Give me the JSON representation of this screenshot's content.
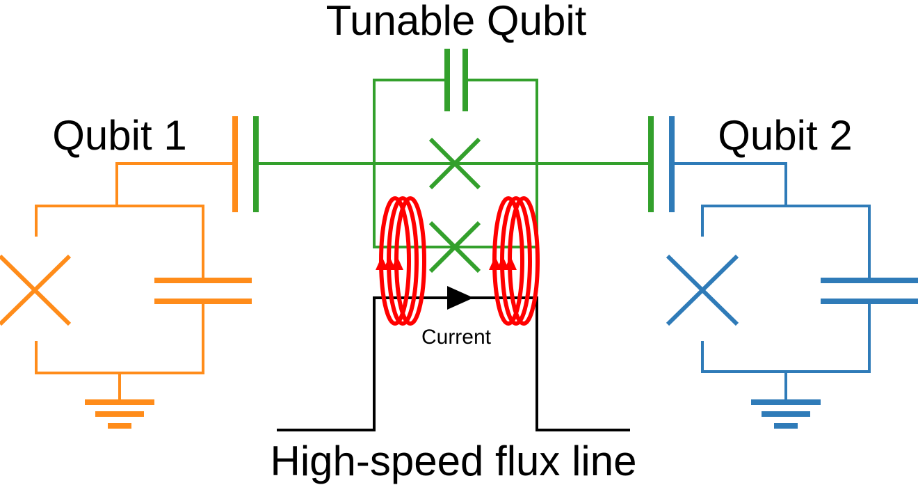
{
  "labels": {
    "tunable_qubit": "Tunable Qubit",
    "qubit_1": "Qubit 1",
    "qubit_2": "Qubit 2",
    "current": "Current",
    "flux_line": "High-speed flux line"
  },
  "colors": {
    "qubit_1": "#ff8c1a",
    "tunable_qubit": "#33a02c",
    "qubit_2": "#2f7bb8",
    "flux_loops": "#ff0000",
    "flux_line": "#000000"
  },
  "icons": {
    "josephson_junction": "cross",
    "capacitor": "parallel-plates",
    "ground": "ground-symbol",
    "flux_loop": "coil"
  }
}
